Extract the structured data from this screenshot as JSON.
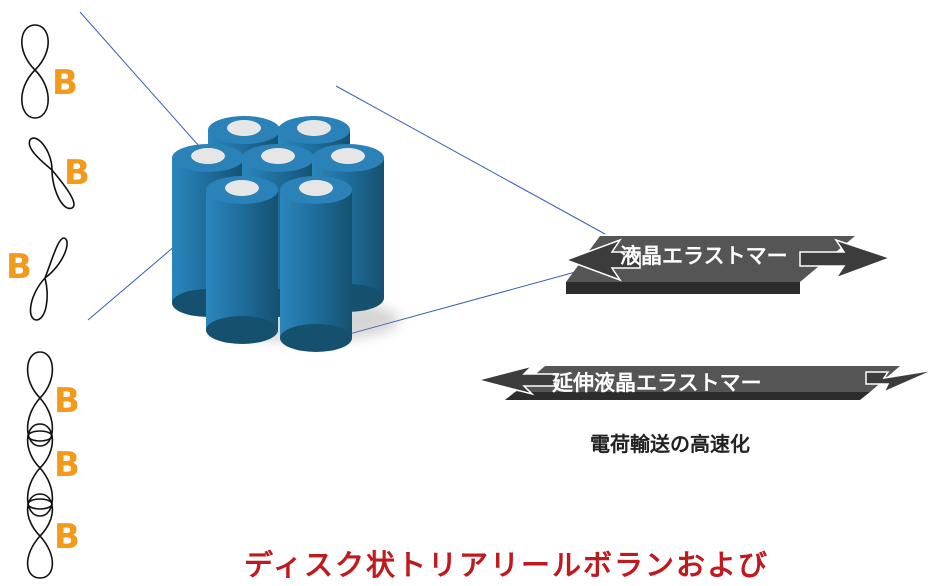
{
  "colors": {
    "boron_label": "#f39a1b",
    "column_blue": "#1e6a98",
    "column_top": "#2a82b8",
    "sheet_dark": "#3c3c3c",
    "sheet_top": "#5a5a5a",
    "leader_line": "#3a5fb8",
    "title_red": "#c0191e"
  },
  "orbitals": [
    {
      "id": "single-1",
      "label": "B"
    },
    {
      "id": "single-2",
      "label": "B"
    },
    {
      "id": "single-3",
      "label": "B"
    },
    {
      "id": "stack-1",
      "label": "B"
    },
    {
      "id": "stack-2",
      "label": "B"
    },
    {
      "id": "stack-3",
      "label": "B"
    }
  ],
  "sheet": {
    "label": "液晶エラストマー"
  },
  "stretched_sheet": {
    "label": "延伸液晶エラストマー"
  },
  "caption": "電荷輸送の高速化",
  "title": "ディスク状トリアリールボランおよび"
}
